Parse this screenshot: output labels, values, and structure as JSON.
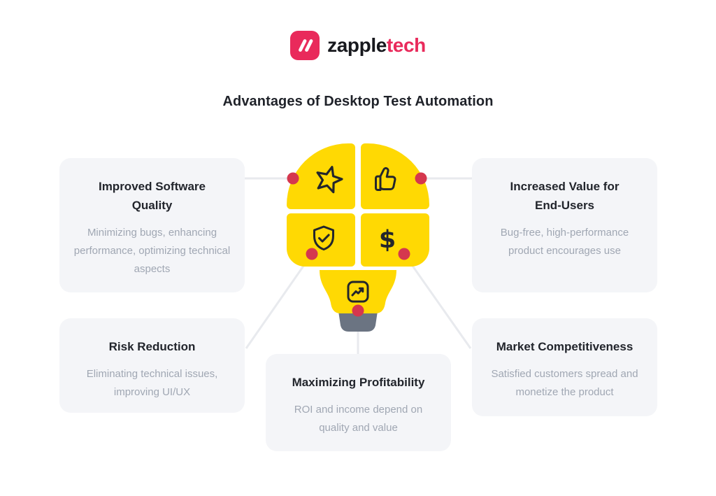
{
  "brand": {
    "name_primary": "zapple",
    "name_secondary": "tech"
  },
  "header": {
    "title": "Advantages of Desktop Test Automation"
  },
  "cards": [
    {
      "title": "Improved Software Quality",
      "body": "Minimizing bugs, enhancing performance, optimizing technical aspects"
    },
    {
      "title": "Increased Value for End-Users",
      "body": "Bug-free, high-performance product encourages use"
    },
    {
      "title": "Risk Reduction",
      "body": "Eliminating technical issues, improving UI/UX"
    },
    {
      "title": "Maximizing Profitability",
      "body": "ROI and income depend on quality and value"
    },
    {
      "title": "Market Competitiveness",
      "body": "Satisfied customers spread and monetize the product"
    }
  ],
  "bulb": {
    "icons": [
      "magic-star",
      "thumbs-up",
      "shield-check",
      "dollar",
      "growth-chart"
    ],
    "dollar_symbol": "$"
  },
  "colors": {
    "bulb_yellow": "#FFD903",
    "connector_dot_red": "#D5374E",
    "bulb_base_gray": "#6B7482",
    "card_background": "#F4F5F8",
    "brand_pink": "#E92A5B",
    "heading_dark": "#22252C",
    "body_text_gray": "#A0A7B3",
    "connector_line_gray": "#E8EAEE"
  }
}
